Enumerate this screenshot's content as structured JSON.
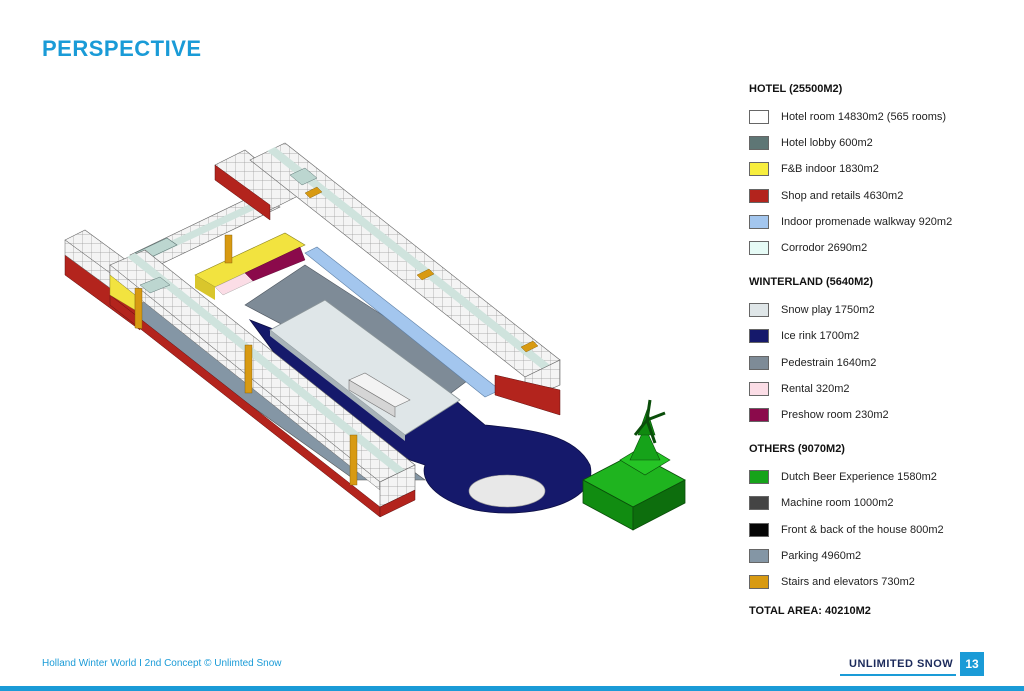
{
  "title": "PERSPECTIVE",
  "legend": {
    "hotel": {
      "heading": "HOTEL (25500M2)",
      "items": [
        {
          "label": "Hotel room 14830m2 (565 rooms)",
          "color": "#ffffff"
        },
        {
          "label": "Hotel lobby 600m2",
          "color": "#5e7675"
        },
        {
          "label": "F&B indoor 1830m2",
          "color": "#f7ee3e"
        },
        {
          "label": "Shop and retails 4630m2",
          "color": "#b3241d"
        },
        {
          "label": "Indoor promenade walkway 920m2",
          "color": "#a3c6ee"
        },
        {
          "label": "Corrodor 2690m2",
          "color": "#e6fbf6"
        }
      ]
    },
    "winterland": {
      "heading": "WINTERLAND (5640M2)",
      "items": [
        {
          "label": "Snow play 1750m2",
          "color": "#dfe6e8"
        },
        {
          "label": "Ice rink 1700m2",
          "color": "#15196b"
        },
        {
          "label": "Pedestrain 1640m2",
          "color": "#7e8b97"
        },
        {
          "label": "Rental  320m2",
          "color": "#fbdde6"
        },
        {
          "label": "Preshow room 230m2",
          "color": "#8b0a4b"
        }
      ]
    },
    "others": {
      "heading": "OTHERS (9070M2)",
      "items": [
        {
          "label": "Dutch Beer Experience 1580m2",
          "color": "#16a31a"
        },
        {
          "label": "Machine room 1000m2",
          "color": "#444444"
        },
        {
          "label": "Front & back of the house 800m2",
          "color": "#050505"
        },
        {
          "label": "Parking  4960m2",
          "color": "#8496a5"
        },
        {
          "label": "Stairs and elevators 730m2",
          "color": "#d89a12"
        }
      ]
    },
    "total": "TOTAL AREA: 40210M2"
  },
  "footer": {
    "text": "Holland Winter World I 2nd Concept © Unlimted Snow",
    "brand": "UNLIMITED SNOW",
    "page_number": "13"
  }
}
